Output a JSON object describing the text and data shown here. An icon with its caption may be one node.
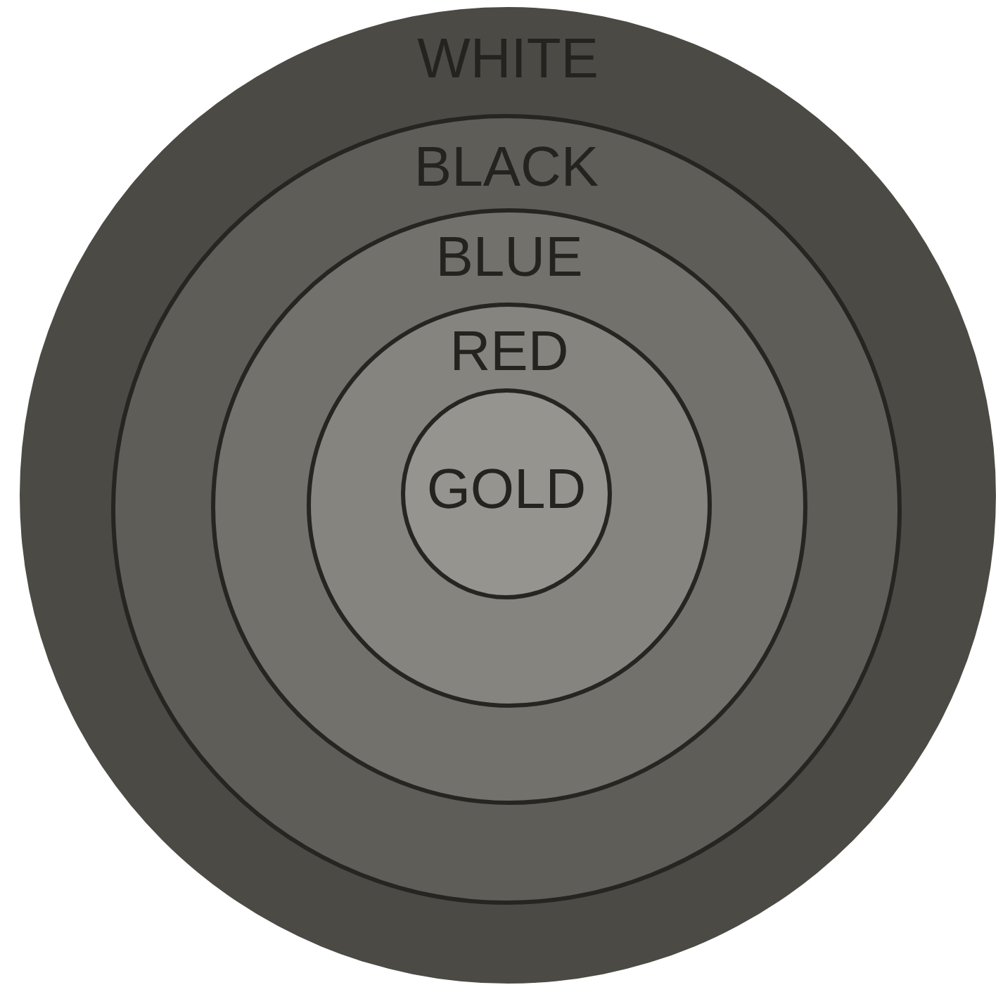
{
  "diagram": {
    "nodes": [
      {
        "text": [
          "WHITE"
        ]
      },
      {
        "text": [
          "BLACK"
        ],
        "in": 0
      },
      {
        "text": [
          "BLUE"
        ],
        "in": 1
      },
      {
        "text": [
          "RED"
        ],
        "in": 2
      },
      {
        "text": [
          "GOLD"
        ],
        "in": 3
      }
    ]
  }
}
